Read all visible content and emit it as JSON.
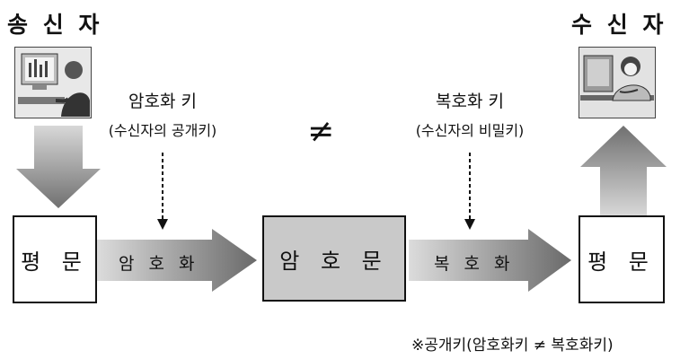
{
  "sender": {
    "title": "송 신 자",
    "icon": "computer-user-icon"
  },
  "receiver": {
    "title": "수 신 자",
    "icon": "computer-user-icon"
  },
  "encryption_key": {
    "label": "암호화 키",
    "sub": "(수신자의 공개키)"
  },
  "decryption_key": {
    "label": "복호화 키",
    "sub": "(수신자의 비밀키)"
  },
  "not_equal_symbol": "≠",
  "plaintext_left": "평 문",
  "ciphertext": "암 호 문",
  "plaintext_right": "평 문",
  "encrypt_label": "암 호 화",
  "decrypt_label": "복 호 화",
  "footnote": "※공개키(암호화키 ≠ 복호화키)",
  "colors": {
    "box_gray": "#c9c9c9",
    "arrow_dark": "#6f6f6f",
    "arrow_light": "#d8d8d8"
  }
}
